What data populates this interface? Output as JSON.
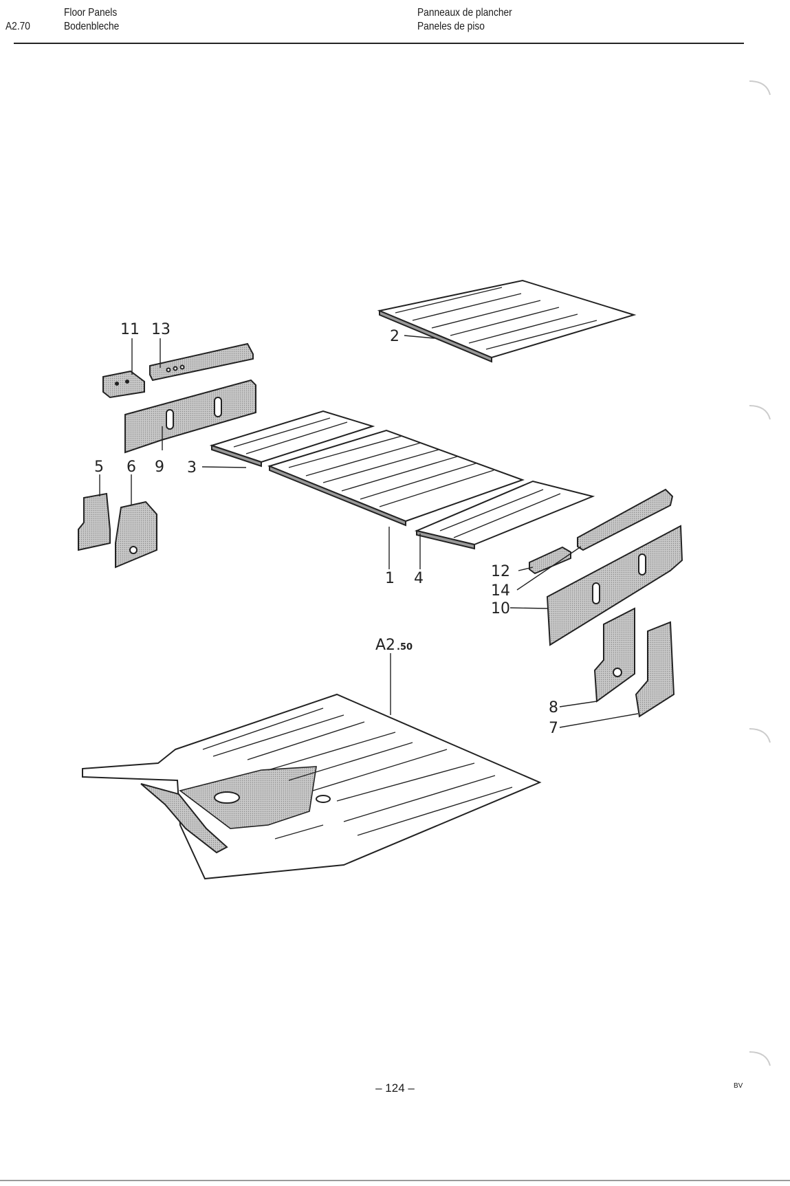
{
  "header": {
    "section_code": "A2.70",
    "title_en": "Floor Panels",
    "title_de": "Bodenbleche",
    "title_fr": "Panneaux de plancher",
    "title_es": "Paneles de piso"
  },
  "callouts": {
    "c1": "1",
    "c2": "2",
    "c3": "3",
    "c4": "4",
    "c5": "5",
    "c6": "6",
    "c7": "7",
    "c8": "8",
    "c9": "9",
    "c10": "10",
    "c11": "11",
    "c12": "12",
    "c13": "13",
    "c14": "14",
    "ref_main": "A2",
    "ref_sub": ".50"
  },
  "footer": {
    "page_number": "– 124 –",
    "mark": "BV"
  }
}
